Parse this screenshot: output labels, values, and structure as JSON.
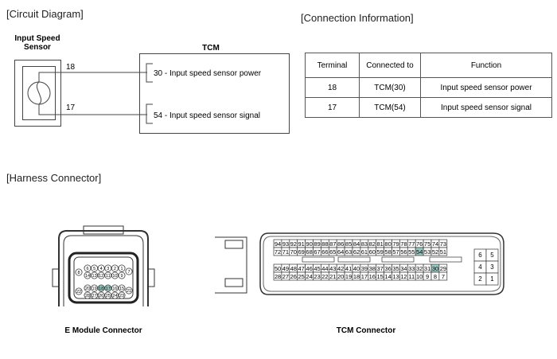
{
  "sections": {
    "circuit": "[Circuit Diagram]",
    "connection": "[Connection Information]",
    "harness": "[Harness Connector]"
  },
  "circuit": {
    "sensor_title": "Input Speed Sensor",
    "tcm_title": "TCM",
    "wire1_pin": "18",
    "wire2_pin": "17",
    "tcm_pin1": "30 - Input speed sensor power",
    "tcm_pin2": "54 - Input speed sensor signal"
  },
  "table": {
    "headers": [
      "Terminal",
      "Connected to",
      "Function"
    ],
    "rows": [
      [
        "18",
        "TCM(30)",
        "Input speed sensor power"
      ],
      [
        "17",
        "TCM(54)",
        "Input speed sensor signal"
      ]
    ]
  },
  "e_module": {
    "label": "E Module Connector",
    "highlight": [
      "18",
      "17"
    ],
    "rows": [
      [
        "6",
        "5",
        "4",
        "3",
        "2",
        "1"
      ],
      [
        "14",
        "13",
        "12",
        "11",
        "10",
        "9"
      ],
      [
        "20",
        "19",
        "18",
        "17",
        "16",
        "15"
      ],
      [
        "28",
        "27",
        "26",
        "25",
        "24",
        "23"
      ]
    ],
    "side_pins": [
      "8",
      "7",
      "22",
      "21"
    ]
  },
  "tcm_connector": {
    "label": "TCM Connector",
    "highlight": [
      "54",
      "30"
    ],
    "highlight_color": "#9ccac2",
    "rows": [
      [
        "94",
        "93",
        "92",
        "91",
        "90",
        "89",
        "88",
        "87",
        "86",
        "85",
        "84",
        "83",
        "82",
        "81",
        "80",
        "79",
        "78",
        "77",
        "76",
        "75",
        "74",
        "73"
      ],
      [
        "72",
        "71",
        "70",
        "69",
        "68",
        "67",
        "66",
        "65",
        "64",
        "63",
        "62",
        "61",
        "60",
        "59",
        "58",
        "57",
        "56",
        "55",
        "54",
        "53",
        "52",
        "51"
      ],
      [
        "50",
        "49",
        "48",
        "47",
        "46",
        "45",
        "44",
        "43",
        "42",
        "41",
        "40",
        "39",
        "38",
        "37",
        "36",
        "35",
        "34",
        "33",
        "32",
        "31",
        "30",
        "29"
      ],
      [
        "28",
        "27",
        "26",
        "25",
        "24",
        "23",
        "22",
        "21",
        "20",
        "19",
        "18",
        "17",
        "16",
        "15",
        "14",
        "13",
        "12",
        "11",
        "10",
        "9",
        "8",
        "7"
      ]
    ],
    "small_block": [
      [
        "6",
        "5"
      ],
      [
        "4",
        "3"
      ],
      [
        "2",
        "1"
      ]
    ]
  }
}
